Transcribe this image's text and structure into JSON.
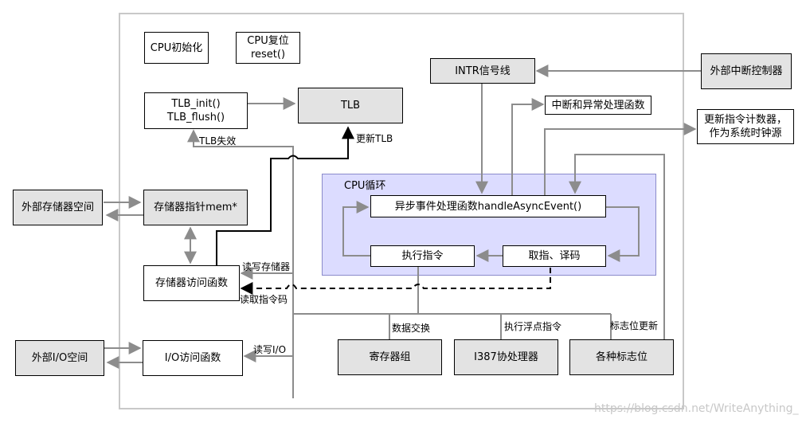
{
  "nodes": {
    "cpu_init": "CPU初始化",
    "cpu_reset": "CPU复位\nreset()",
    "tlb_init_flush": "TLB_init()\nTLB_flush()",
    "tlb": "TLB",
    "intr_line": "INTR信号线",
    "ext_interrupt_controller": "外部中断控制器",
    "interrupt_exception_handler": "中断和异常处理函数",
    "update_pc_counter": "更新指令计数器，\n作为系统时钟源",
    "ext_memory_space": "外部存储器空间",
    "memory_pointer": "存储器指针mem*",
    "memory_access_func": "存储器访问函数",
    "ext_io_space": "外部I/O空间",
    "io_access_func": "I/O访问函数",
    "register_group": "寄存器组",
    "i387_coprocessor": "I387协处理器",
    "flags": "各种标志位",
    "async_event_handler": "异步事件处理函数handleAsyncEvent()",
    "execute_instruction": "执行指令",
    "fetch_decode": "取指、译码"
  },
  "regions": {
    "cpu_loop": "CPU循环"
  },
  "edge_labels": {
    "tlb_miss": "TLB失效",
    "update_tlb": "更新TLB",
    "read_write_memory": "读写存储器",
    "read_instruction_code": "读取指令码",
    "read_write_io": "读写I/O",
    "data_exchange": "数据交换",
    "execute_float_instruction": "执行浮点指令",
    "flag_update": "标志位更新"
  },
  "watermark": "https://blog.csdn.net/WriteAnything_",
  "colors": {
    "node_fill_gray": "#e3e3e3",
    "region_fill": "#dcdcff",
    "region_border": "#8a8acb",
    "outer_border": "#c8c8c8",
    "wire": "#8c8c8c"
  }
}
